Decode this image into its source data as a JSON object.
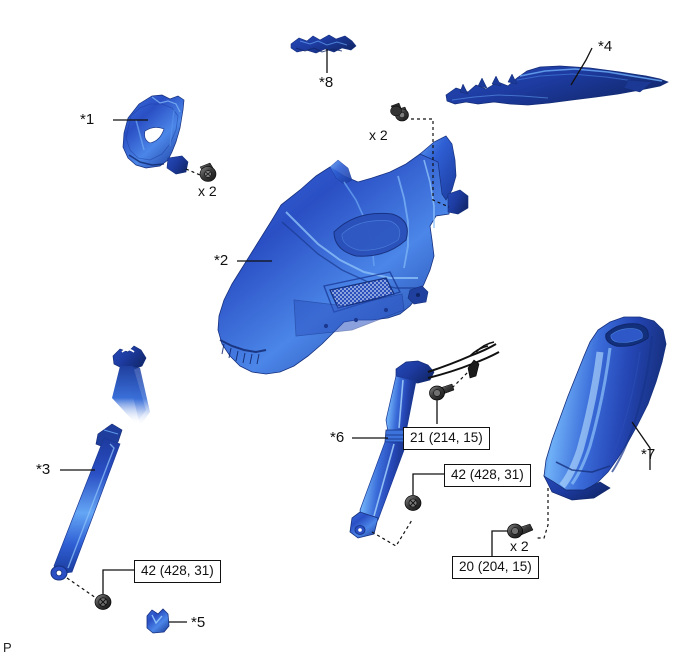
{
  "diagram": {
    "title": "Rear Door Opening Trim / Quarter Trim Panel Components",
    "background_color": "#ffffff",
    "part_color": "#2a4fc4",
    "part_color_light": "#4f8ae8",
    "part_color_dark": "#16307f",
    "line_color": "#111111",
    "corner_mark": "P"
  },
  "reference_labels": [
    {
      "id": "ref-1",
      "text": "*1"
    },
    {
      "id": "ref-2",
      "text": "*2"
    },
    {
      "id": "ref-3",
      "text": "*3"
    },
    {
      "id": "ref-4",
      "text": "*4"
    },
    {
      "id": "ref-5",
      "text": "*5"
    },
    {
      "id": "ref-6",
      "text": "*6"
    },
    {
      "id": "ref-7",
      "text": "*7"
    },
    {
      "id": "ref-8",
      "text": "*8"
    }
  ],
  "quantity_labels": [
    {
      "id": "qty-a",
      "text": "x 2"
    },
    {
      "id": "qty-b",
      "text": "x 2"
    },
    {
      "id": "qty-c",
      "text": "x 2"
    }
  ],
  "torque_boxes": [
    {
      "id": "torque-1",
      "text": "21 (214, 15)"
    },
    {
      "id": "torque-2",
      "text": "42 (428, 31)"
    },
    {
      "id": "torque-3",
      "text": "42 (428, 31)"
    },
    {
      "id": "torque-4",
      "text": "20 (204, 15)"
    }
  ],
  "parts": [
    {
      "id": "part-1",
      "ref": "*1",
      "name": "front-pillar-garnish"
    },
    {
      "id": "part-2",
      "ref": "*2",
      "name": "quarter-trim-panel"
    },
    {
      "id": "part-3",
      "ref": "*3",
      "name": "rear-seat-belt-assembly"
    },
    {
      "id": "part-4",
      "ref": "*4",
      "name": "roof-side-rail-garnish"
    },
    {
      "id": "part-5",
      "ref": "*5",
      "name": "seat-belt-anchor-cover"
    },
    {
      "id": "part-6",
      "ref": "*6",
      "name": "center-pillar-seat-belt-retractor"
    },
    {
      "id": "part-7",
      "ref": "*7",
      "name": "center-pillar-garnish"
    },
    {
      "id": "part-8",
      "ref": "*8",
      "name": "small-bracket-clip"
    }
  ],
  "fasteners": [
    {
      "id": "bolt-1",
      "name": "screw-bolt",
      "qty": "x 2"
    },
    {
      "id": "bolt-2",
      "name": "screw-bolt",
      "qty": "x 2"
    },
    {
      "id": "bolt-3",
      "name": "torque-bolt",
      "qty": ""
    },
    {
      "id": "bolt-4",
      "name": "torque-bolt",
      "qty": ""
    },
    {
      "id": "bolt-5",
      "name": "torque-bolt",
      "qty": ""
    },
    {
      "id": "bolt-6",
      "name": "torque-bolt",
      "qty": "x 2"
    }
  ]
}
